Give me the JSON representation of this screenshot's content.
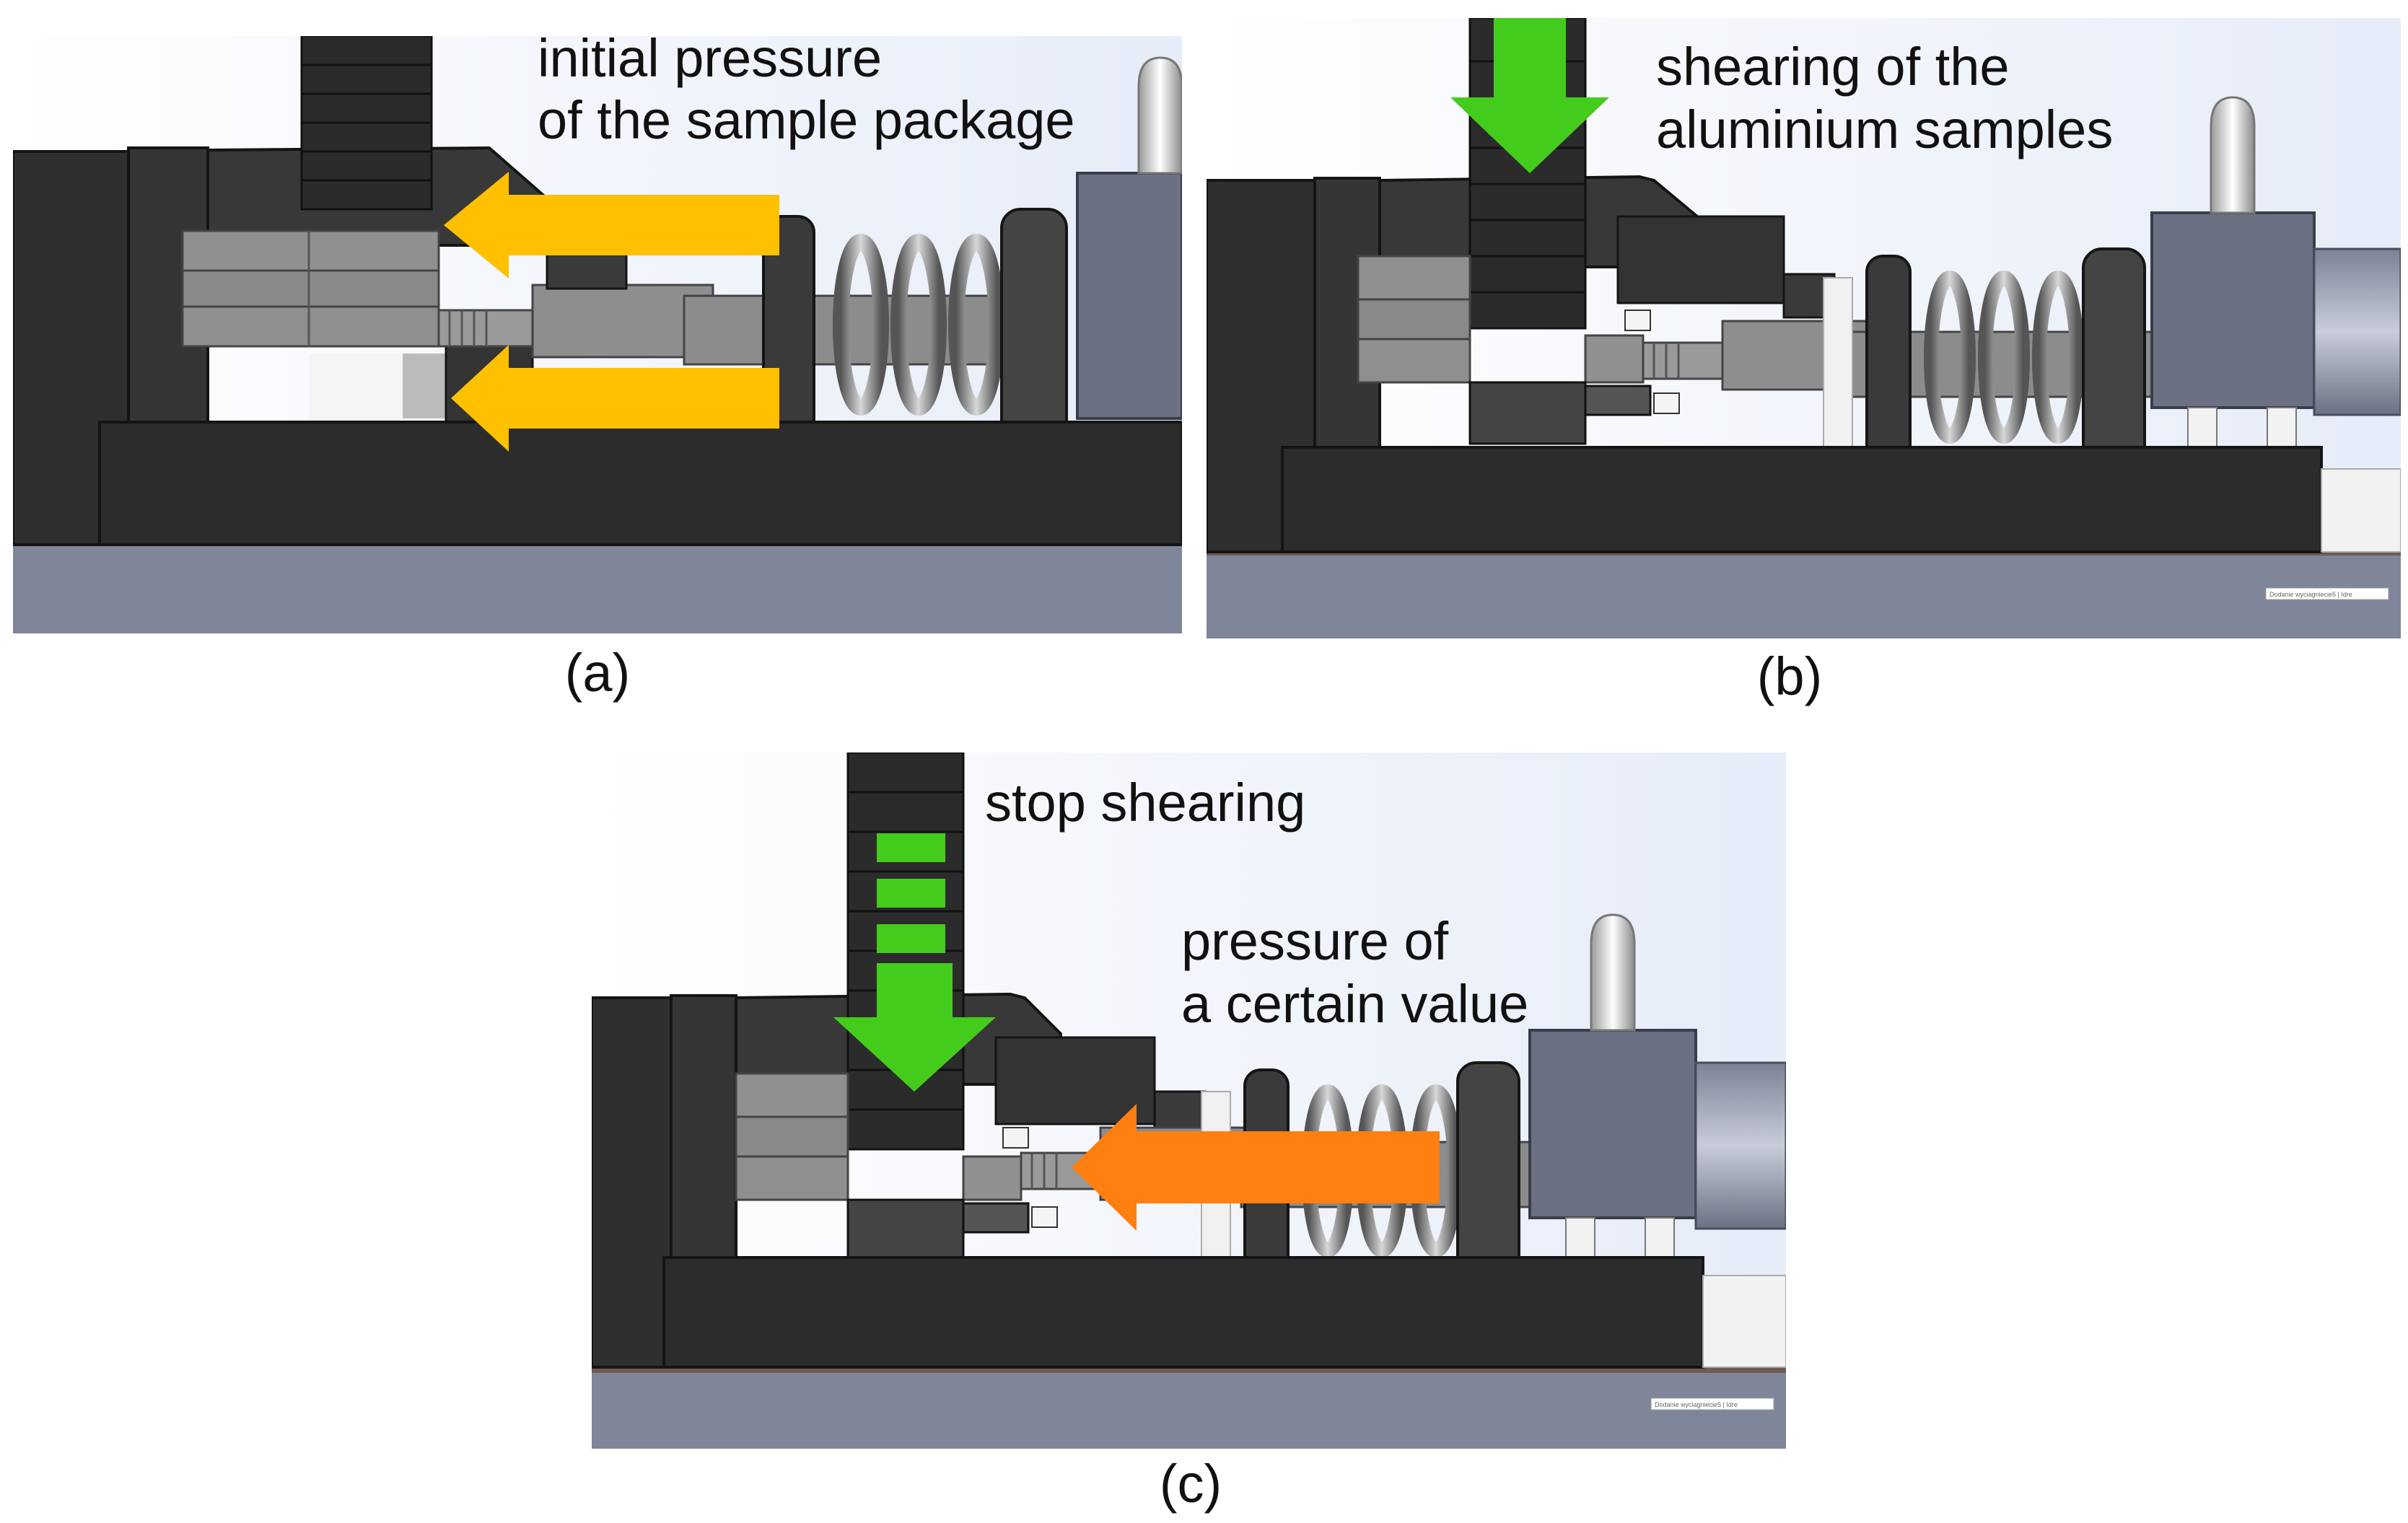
{
  "panels": [
    {
      "caption": "(a)",
      "annotation": [
        "initial pressure",
        "of the sample package"
      ]
    },
    {
      "caption": "(b)",
      "annotation": [
        "shearing of the",
        "aluminium samples"
      ],
      "watermark": "Dodanie wyciagniecie5 | Idre"
    },
    {
      "caption": "(c)",
      "annotation_top": "stop shearing",
      "annotation": [
        "pressure of",
        "a certain value"
      ],
      "watermark": "Dodanie wyciagniecie5 | Idre"
    }
  ],
  "colors": {
    "frame": "#2f2f2f",
    "steel": "#8c8c8c",
    "floor": "#80869a",
    "sky": "#eef2fa",
    "arrow_yellow": "#ffc000",
    "arrow_green": "#44cc1c",
    "arrow_orange": "#ff7f10",
    "housing": "#6b7083"
  }
}
